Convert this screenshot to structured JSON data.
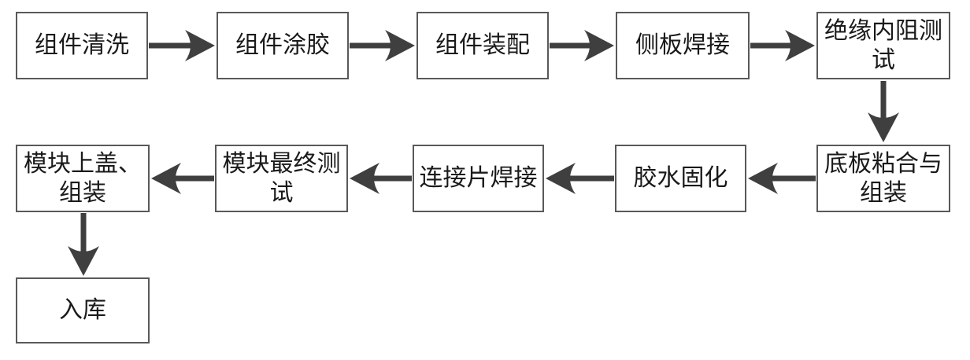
{
  "diagram": {
    "type": "flowchart",
    "nodes": [
      {
        "id": "component-cleaning",
        "label": "组件清洗"
      },
      {
        "id": "component-gluing",
        "label": "组件涂胶"
      },
      {
        "id": "component-assembly",
        "label": "组件装配"
      },
      {
        "id": "side-plate-welding",
        "label": "侧板焊接"
      },
      {
        "id": "insulation-resistance-test",
        "label": "绝缘内阻测试"
      },
      {
        "id": "bottom-plate-bonding-assembly",
        "label": "底板粘合与组装"
      },
      {
        "id": "glue-curing",
        "label": "胶水固化"
      },
      {
        "id": "connector-tab-welding",
        "label": "连接片焊接"
      },
      {
        "id": "module-final-test",
        "label": "模块最终测试"
      },
      {
        "id": "module-top-cover-assembly",
        "label": "模块上盖、组装"
      },
      {
        "id": "warehousing",
        "label": "入库"
      }
    ],
    "edges": [
      {
        "from": "component-cleaning",
        "to": "component-gluing"
      },
      {
        "from": "component-gluing",
        "to": "component-assembly"
      },
      {
        "from": "component-assembly",
        "to": "side-plate-welding"
      },
      {
        "from": "side-plate-welding",
        "to": "insulation-resistance-test"
      },
      {
        "from": "insulation-resistance-test",
        "to": "bottom-plate-bonding-assembly"
      },
      {
        "from": "bottom-plate-bonding-assembly",
        "to": "glue-curing"
      },
      {
        "from": "glue-curing",
        "to": "connector-tab-welding"
      },
      {
        "from": "connector-tab-welding",
        "to": "module-final-test"
      },
      {
        "from": "module-final-test",
        "to": "module-top-cover-assembly"
      },
      {
        "from": "module-top-cover-assembly",
        "to": "warehousing"
      }
    ],
    "colors": {
      "background": "#ffffff",
      "box_fill": "#ffffff",
      "box_border": "#595959",
      "arrow": "#3f3f3f",
      "text": "#1a1a1a"
    }
  }
}
